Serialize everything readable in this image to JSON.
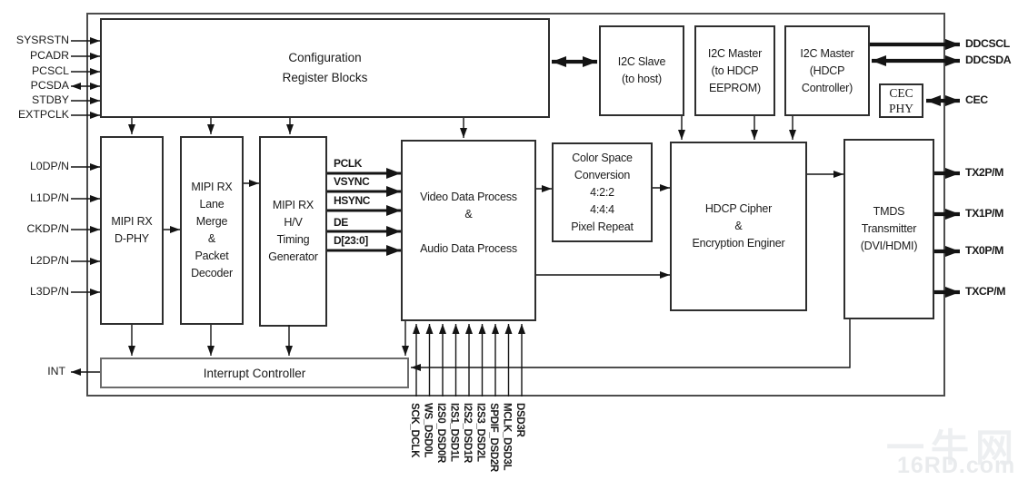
{
  "diagram": {
    "blocks": {
      "config": "Configuration\nRegister Blocks",
      "i2c_slave": "I2C Slave\n(to host)",
      "i2c_master_eeprom": "I2C Master\n(to HDCP\nEEPROM)",
      "i2c_master_hdcp": "I2C Master\n(HDCP\nController)",
      "cec_phy": "CEC\nPHY",
      "mipi_dphy": "MIPI RX\nD-PHY",
      "mipi_lane_merge": "MIPI RX\nLane\nMerge\n&\nPacket\nDecoder",
      "mipi_timing": "MIPI RX\nH/V\nTiming\nGenerator",
      "video_audio": "Video Data Process\n&\n\nAudio Data Process",
      "color_space": "Color Space\nConversion\n4:2:2\n4:4:4\nPixel Repeat",
      "hdcp": "HDCP Cipher\n&\nEncryption Enginer",
      "tmds": "TMDS\nTransmitter\n(DVI/HDMI)",
      "interrupt": "Interrupt Controller"
    },
    "bus_signals": [
      "PCLK",
      "VSYNC",
      "HSYNC",
      "DE",
      "D[23:0]"
    ],
    "pins": {
      "left_control": [
        "SYSRSTN",
        "PCADR",
        "PCSCL",
        "PCSDA",
        "STDBY",
        "EXTPCLK"
      ],
      "left_mipi": [
        "L0DP/N",
        "L1DP/N",
        "CKDP/N",
        "L2DP/N",
        "L3DP/N"
      ],
      "left_interrupt": "INT",
      "right_ddc": [
        "DDCSCL",
        "DDCSDA"
      ],
      "right_cec": "CEC",
      "right_tmds": [
        "TX2P/M",
        "TX1P/M",
        "TX0P/M",
        "TXCP/M"
      ],
      "bottom_audio": [
        "SCK_DCLK",
        "WS_DSD0L",
        "I2S0_DSD0R",
        "I2S1_DSD1L",
        "I2S2_DSD1R",
        "I2S3_DSD2L",
        "SPDIF_DSD2R",
        "MCLK_DSD3L",
        "DSD3R"
      ]
    },
    "watermark": {
      "brand": "一牛网",
      "site": "16RD.com"
    },
    "colors": {
      "line": "#141414",
      "chip_border": "#4d4d4d",
      "text": "#1a1a1a",
      "watermark": "#edeff1"
    }
  }
}
